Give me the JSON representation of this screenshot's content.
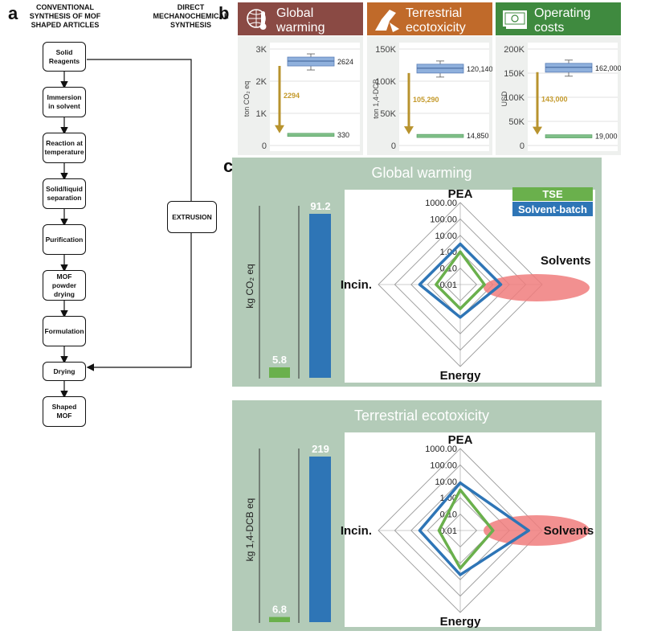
{
  "panel_labels": {
    "a": "a",
    "b": "b",
    "c": "c"
  },
  "flow": {
    "col_conventional": "CONVENTIONAL SYNTHESIS OF MOF SHAPED ARTICLES",
    "col_direct": "DIRECT MECHANOCHEMICAL SYNTHESIS",
    "steps": [
      "Solid Reagents",
      "Immersion in solvent",
      "Reaction at temperature",
      "Solid/liquid separation",
      "Purification",
      "MOF powder drying",
      "Formulation",
      "Drying",
      "Shaped MOF"
    ],
    "extrusion": "EXTRUSION"
  },
  "panel_b": [
    {
      "title_line1": "Global",
      "title_line2": "warming",
      "header_color": "#8a4a44",
      "icon": "thermometer-globe-icon",
      "ylabel": "ton CO₂ eq",
      "ticks": [
        "3K",
        "2K",
        "1K",
        "0"
      ],
      "ymax": 3000,
      "batch_label": "2624",
      "tse_label": "330",
      "reduction_label": "2294"
    },
    {
      "title_line1": "Terrestrial",
      "title_line2": "ecotoxicity",
      "header_color": "#c06a2a",
      "icon": "excavator-icon",
      "ylabel": "ton 1,4-DCB",
      "ticks": [
        "150K",
        "100K",
        "50K",
        "0"
      ],
      "ymax": 150000,
      "batch_label": "120,140",
      "tse_label": "14,850",
      "reduction_label": "105,290"
    },
    {
      "title_line1": "Operating",
      "title_line2": "costs",
      "header_color": "#3f8a3f",
      "icon": "money-icon",
      "ylabel": "USD",
      "ticks": [
        "200K",
        "150K",
        "100K",
        "50K",
        "0"
      ],
      "ymax": 200000,
      "batch_label": "162,000",
      "tse_label": "19,000",
      "reduction_label": "143,000"
    }
  ],
  "panel_c": {
    "legend": {
      "tse": "TSE",
      "solvent_batch": "Solvent-batch",
      "tse_color": "#6ab04c",
      "batch_color": "#2e75b6"
    },
    "axes": {
      "top": "PEA",
      "right": "Solvents",
      "bottom": "Energy",
      "left": "Incin."
    },
    "scale": [
      "1000.00",
      "100.00",
      "10.00",
      "1.00",
      "0.10",
      "0.01"
    ],
    "blocks": [
      {
        "title": "Global warming",
        "ylabel": "kg CO₂ eq",
        "tse_value_label": "5.8",
        "batch_value_label": "91.2"
      },
      {
        "title": "Terrestrial ecotoxicity",
        "ylabel": "kg 1,4-DCB eq",
        "tse_value_label": "6.8",
        "batch_value_label": "219"
      }
    ]
  },
  "chart_data": [
    {
      "type": "box",
      "title": "Global warming",
      "ylabel": "ton CO₂ eq",
      "ylim": [
        0,
        3000
      ],
      "series": [
        {
          "name": "Solvent-batch",
          "values": [
            2624
          ]
        },
        {
          "name": "TSE",
          "values": [
            330
          ]
        }
      ],
      "annotation": "2294"
    },
    {
      "type": "box",
      "title": "Terrestrial ecotoxicity",
      "ylabel": "ton 1,4-DCB",
      "ylim": [
        0,
        150000
      ],
      "series": [
        {
          "name": "Solvent-batch",
          "values": [
            120140
          ]
        },
        {
          "name": "TSE",
          "values": [
            14850
          ]
        }
      ],
      "annotation": "105,290"
    },
    {
      "type": "box",
      "title": "Operating costs",
      "ylabel": "USD",
      "ylim": [
        0,
        200000
      ],
      "series": [
        {
          "name": "Solvent-batch",
          "values": [
            162000
          ]
        },
        {
          "name": "TSE",
          "values": [
            19000
          ]
        }
      ],
      "annotation": "143,000"
    },
    {
      "type": "bar",
      "title": "Global warming",
      "ylabel": "kg CO₂ eq",
      "categories": [
        "TSE",
        "Solvent-batch"
      ],
      "values": [
        5.8,
        91.2
      ]
    },
    {
      "type": "radar",
      "title": "Global warming",
      "scale": "log",
      "axes": [
        "PEA",
        "Solvents",
        "Energy",
        "Incin."
      ],
      "series": [
        {
          "name": "TSE",
          "values": [
            1.0,
            0.3,
            0.3,
            0.3
          ]
        },
        {
          "name": "Solvent-batch",
          "values": [
            3.0,
            3.0,
            1.0,
            3.0
          ]
        }
      ]
    },
    {
      "type": "bar",
      "title": "Terrestrial ecotoxicity",
      "ylabel": "kg 1,4-DCB eq",
      "categories": [
        "TSE",
        "Solvent-batch"
      ],
      "values": [
        6.8,
        219
      ]
    },
    {
      "type": "radar",
      "title": "Terrestrial ecotoxicity",
      "scale": "log",
      "axes": [
        "PEA",
        "Solvents",
        "Energy",
        "Incin."
      ],
      "series": [
        {
          "name": "TSE",
          "values": [
            3.0,
            1.0,
            2.0,
            0.2
          ]
        },
        {
          "name": "Solvent-batch",
          "values": [
            8.0,
            150.0,
            5.0,
            3.0
          ]
        }
      ]
    }
  ]
}
